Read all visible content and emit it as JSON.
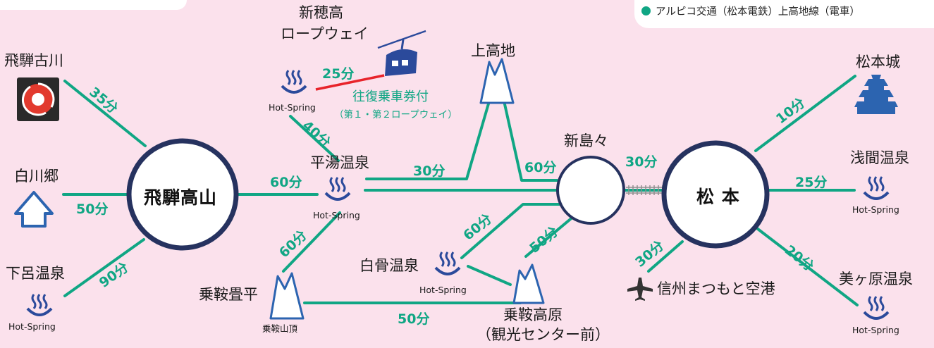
{
  "legend": {
    "text": "アルピコ交通（松本電鉄）上高地線（電車）",
    "color": "#10a684"
  },
  "colors": {
    "route": "#10a684",
    "ropeway": "#e8232a",
    "node_ring": "#26325f",
    "background": "#fbe1ec"
  },
  "hubs": {
    "takayama": "飛騨高山",
    "matsumoto": "松 本",
    "shinshimashima": ""
  },
  "places": {
    "hida_furukawa": "飛騨古川",
    "shirakawago": "白川郷",
    "gero": "下呂温泉",
    "hirayu": "平湯温泉",
    "shinhotaka": "新穂高\nロープウェイ",
    "ropeway_ticket": "往復乗車券付",
    "ropeway_ticket_note": "（第１・第２ロープウェイ）",
    "kamikochi": "上高地",
    "shinshimashima": "新島々",
    "shirahone": "白骨温泉",
    "norikura_tatamidaira": "乗鞍畳平",
    "norikura_summit": "乗鞍山頂",
    "norikura_kogen": "乗鞍高原\n（観光センター前）",
    "matsumoto_castle": "松本城",
    "asama": "浅間温泉",
    "utsukushigahara": "美ヶ原温泉",
    "airport": "信州まつもと空港"
  },
  "hot_spring": "Hot-Spring",
  "icons": {
    "hot_spring": "hot-spring-icon",
    "mountain": "mountain-icon",
    "gondola": "ropeway-gondola-icon",
    "castle": "castle-icon",
    "house": "gassho-house-icon",
    "airplane": "airplane-icon",
    "emblem": "hida-furukawa-emblem-icon"
  },
  "times": {
    "furukawa_takayama": "35分",
    "shirakawa_takayama": "50分",
    "gero_takayama": "90分",
    "takayama_hirayu": "60分",
    "shinhotaka_hirayu": "40分",
    "ropeway": "25分",
    "hirayu_kamikochi": "30分",
    "kamikochi_shinshima": "60分",
    "shinshima_matsumoto": "30分",
    "hirayu_tatamidaira": "60分",
    "shirahone_shinshima": "60分",
    "kogen_shinshima": "50分",
    "tatamidaira_kogen": "50分",
    "matsumoto_castle": "10分",
    "matsumoto_asama": "25分",
    "matsumoto_airport": "30分",
    "matsumoto_utsukushi": "20分"
  }
}
